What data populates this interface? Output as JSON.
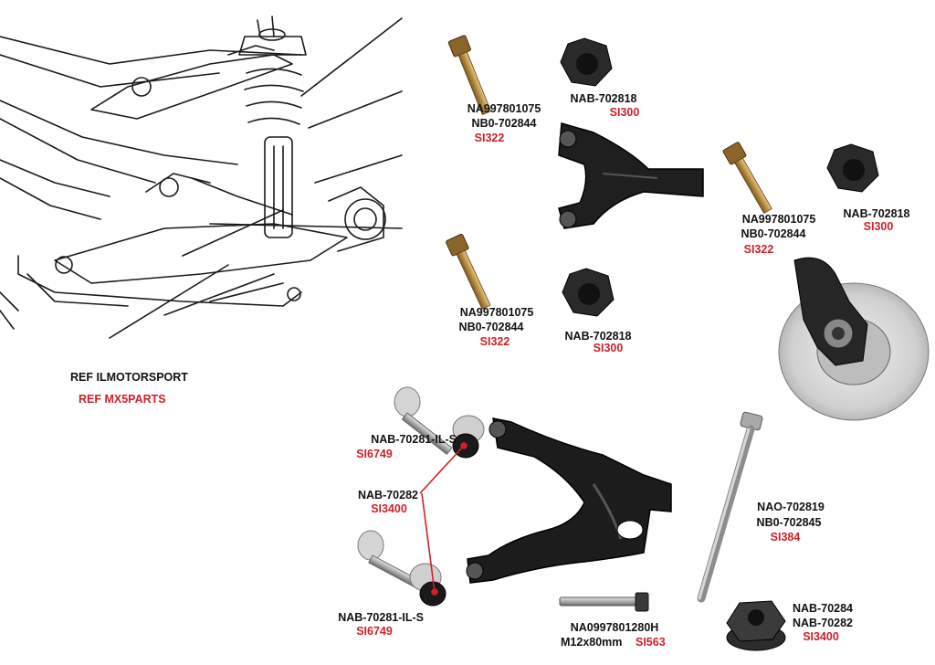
{
  "refs": {
    "ilmotorsport": "REF ILMOTORSPORT",
    "mx5parts": "REF MX5PARTS"
  },
  "colors": {
    "text": "#111111",
    "accent": "#d0202a"
  },
  "labels": {
    "upper_left_bolt": {
      "part1": "NA997801075",
      "part2": "NB0-702844",
      "ref": "SI322"
    },
    "upper_left_nut": {
      "part": "NAB-702818",
      "ref": "SI300"
    },
    "upper_right_bolt": {
      "part1": "NA997801075",
      "part2": "NB0-702844",
      "ref": "SI322"
    },
    "upper_right_nut": {
      "part": "NAB-702818",
      "ref": "SI300"
    },
    "mid_left_bolt": {
      "part1": "NA997801075",
      "part2": "NB0-702844",
      "ref": "SI322"
    },
    "mid_left_nut": {
      "part": "NAB-702818",
      "ref": "SI300"
    },
    "lower_top_bolt": {
      "part": "NAB-70281-IL-S",
      "ref": "SI6749"
    },
    "lower_washer": {
      "part": "NAB-70282",
      "ref": "SI3400"
    },
    "lower_bottom_bolt": {
      "part": "NAB-70281-IL-S",
      "ref": "SI6749"
    },
    "long_bolt": {
      "part1": "NAO-702819",
      "part2": "NB0-702845",
      "ref": "SI384"
    },
    "small_bolt": {
      "part": "NA0997801280H",
      "size": "M12x80mm",
      "ref": "SI563"
    },
    "bottom_nut": {
      "part1": "NAB-70284",
      "part2": "NAB-70282",
      "ref": "SI3400"
    }
  }
}
